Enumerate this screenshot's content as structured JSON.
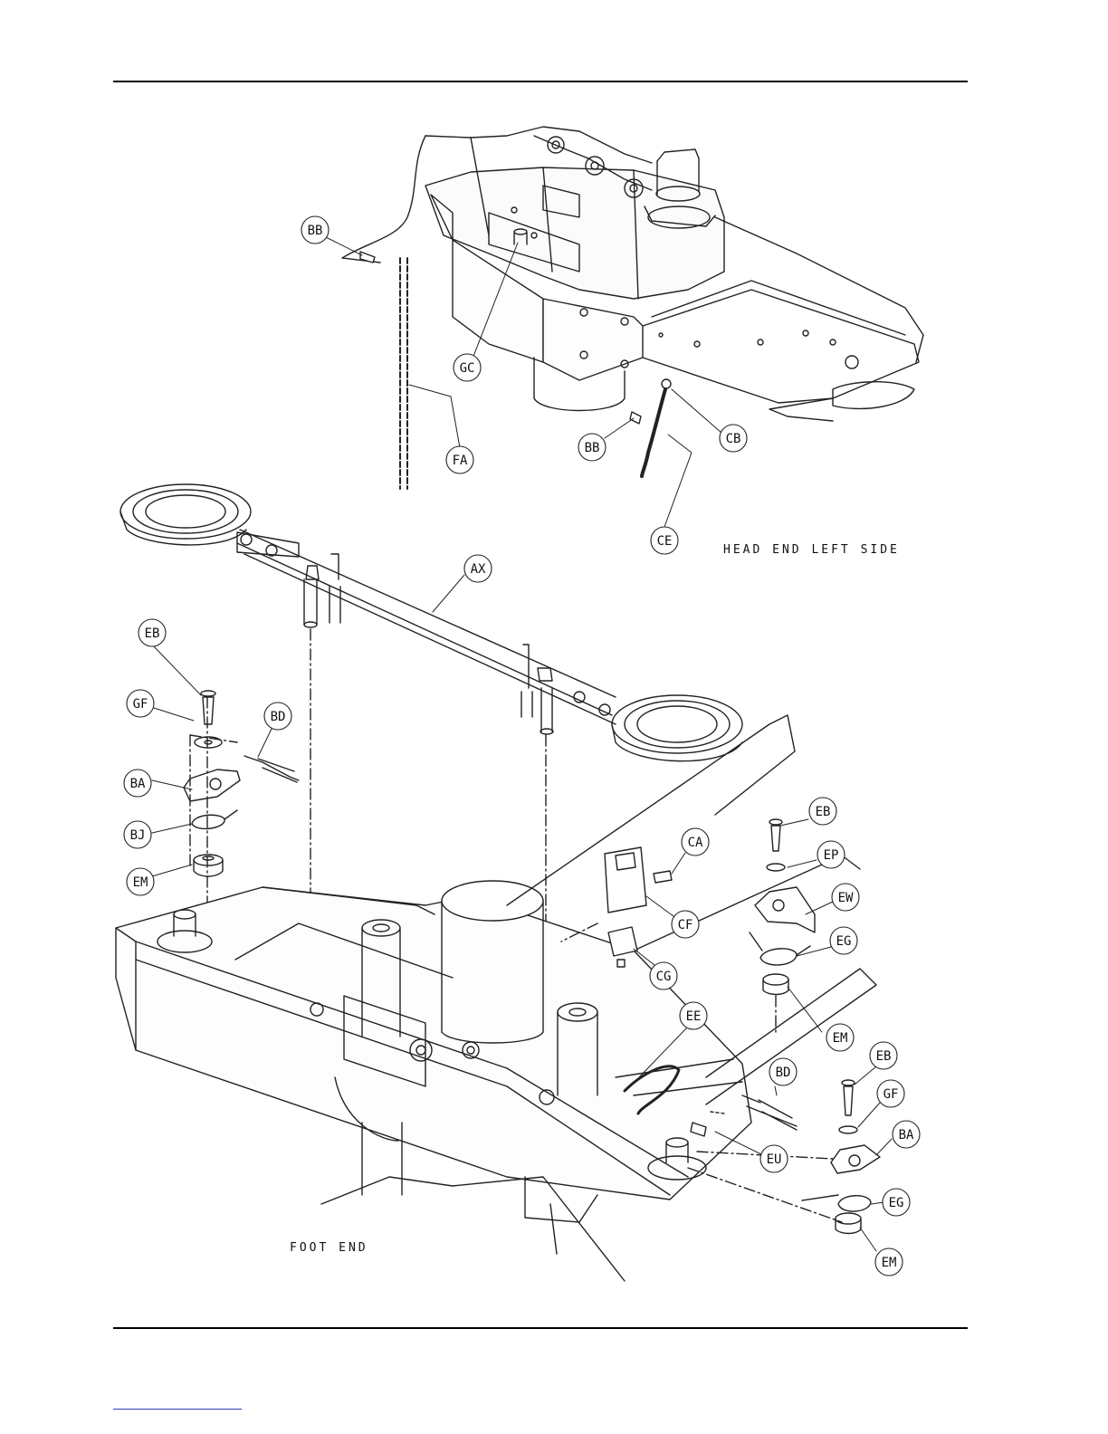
{
  "callouts": {
    "bb_top": "BB",
    "gc": "GC",
    "fa": "FA",
    "bb_mid": "BB",
    "cb": "CB",
    "ce": "CE",
    "ax": "AX",
    "eb_left": "EB",
    "gf_left": "GF",
    "bd_left": "BD",
    "ba_left": "BA",
    "bj": "BJ",
    "em_left": "EM",
    "eb_right": "EB",
    "ep": "EP",
    "ca": "CA",
    "ew": "EW",
    "cf": "CF",
    "eg_right": "EG",
    "cg": "CG",
    "em_right": "EM",
    "ee": "EE",
    "bd_right": "BD",
    "eb_lower": "EB",
    "gf_lower": "GF",
    "ba_lower": "BA",
    "eu": "EU",
    "eg_lower": "EG",
    "em_lower": "EM"
  },
  "captions": {
    "head_end": "HEAD END LEFT SIDE",
    "foot_end": "FOOT END"
  }
}
